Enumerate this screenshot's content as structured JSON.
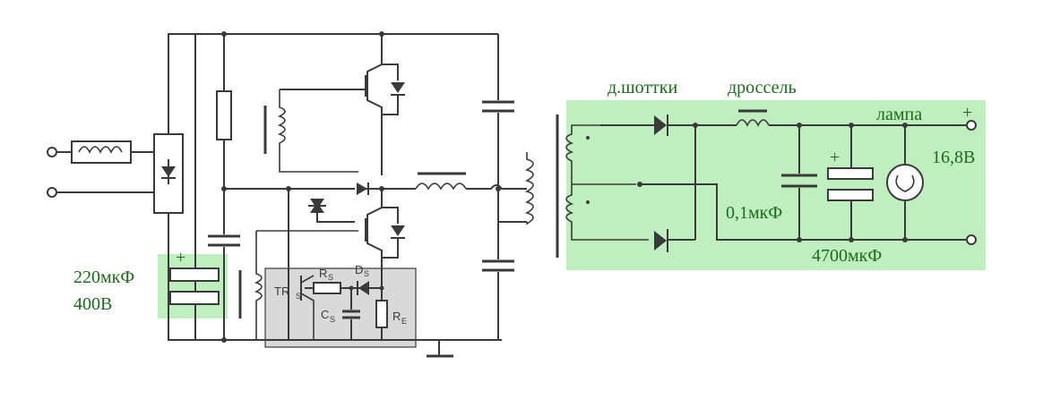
{
  "colors": {
    "highlight": "#bfeebf",
    "grey_block": "#d9d9d9",
    "label_green": "#1d6b1d",
    "wire": "#3a3a3a"
  },
  "labels": {
    "schottky": "д.шоттки",
    "choke": "дроссель",
    "lamp": "лампа",
    "plus": "+",
    "voltage_out": "16,8В",
    "cap_small": "0,1мкФ",
    "cap_big": "4700мкФ",
    "cap_input_line1": "220мкФ",
    "cap_input_line2": "400В",
    "cap_input_plus": "+",
    "cap_big_plus": "+"
  },
  "components": {
    "trs": "TR",
    "trs_sub": "S",
    "rs": "R",
    "rs_sub": "S",
    "ds": "D",
    "ds_sub": "S",
    "cs": "C",
    "cs_sub": "S",
    "re": "R",
    "re_sub": "E"
  }
}
